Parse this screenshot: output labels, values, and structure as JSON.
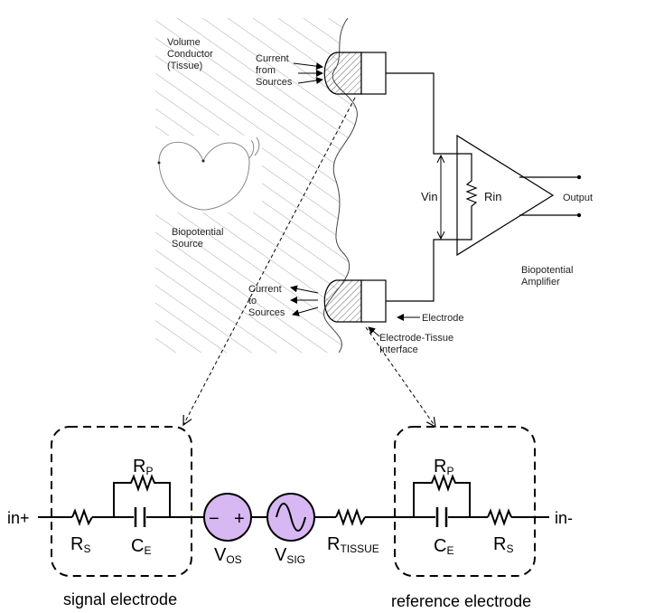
{
  "top": {
    "volume_conductor": [
      "Volume",
      "Conductor",
      "(Tissue)"
    ],
    "current_from_sources": [
      "Current",
      "from",
      "Sources"
    ],
    "current_to_sources": [
      "Current",
      "to",
      "Sources"
    ],
    "biopotential_source": [
      "Biopotential",
      "Source"
    ],
    "vin": "Vin",
    "rin": "Rin",
    "output": "Output",
    "biopotential_amplifier": [
      "Biopotential",
      "Amplifier"
    ],
    "electrode": "Electrode",
    "electrode_tissue_interface": [
      "Electrode-Tissue",
      "Interface"
    ]
  },
  "bottom": {
    "in_plus": "in+",
    "in_minus": "in-",
    "signal_electrode": "signal electrode",
    "reference_electrode": "reference electrode",
    "rp_left": {
      "main": "R",
      "sub": "P"
    },
    "ce_left": {
      "main": "C",
      "sub": "E"
    },
    "rs_left": {
      "main": "R",
      "sub": "S"
    },
    "rp_right": {
      "main": "R",
      "sub": "P"
    },
    "ce_right": {
      "main": "C",
      "sub": "E"
    },
    "rs_right": {
      "main": "R",
      "sub": "S"
    },
    "vos": {
      "main": "V",
      "sub": "OS"
    },
    "vsig": {
      "main": "V",
      "sub": "SIG"
    },
    "rtissue": {
      "main": "R",
      "sub": "TISSUE"
    },
    "vos_minus": "−",
    "vos_plus": "+"
  },
  "colors": {
    "source_fill": "#d7b8f2",
    "line": "#000000",
    "hatch": "#9a9a9a"
  }
}
